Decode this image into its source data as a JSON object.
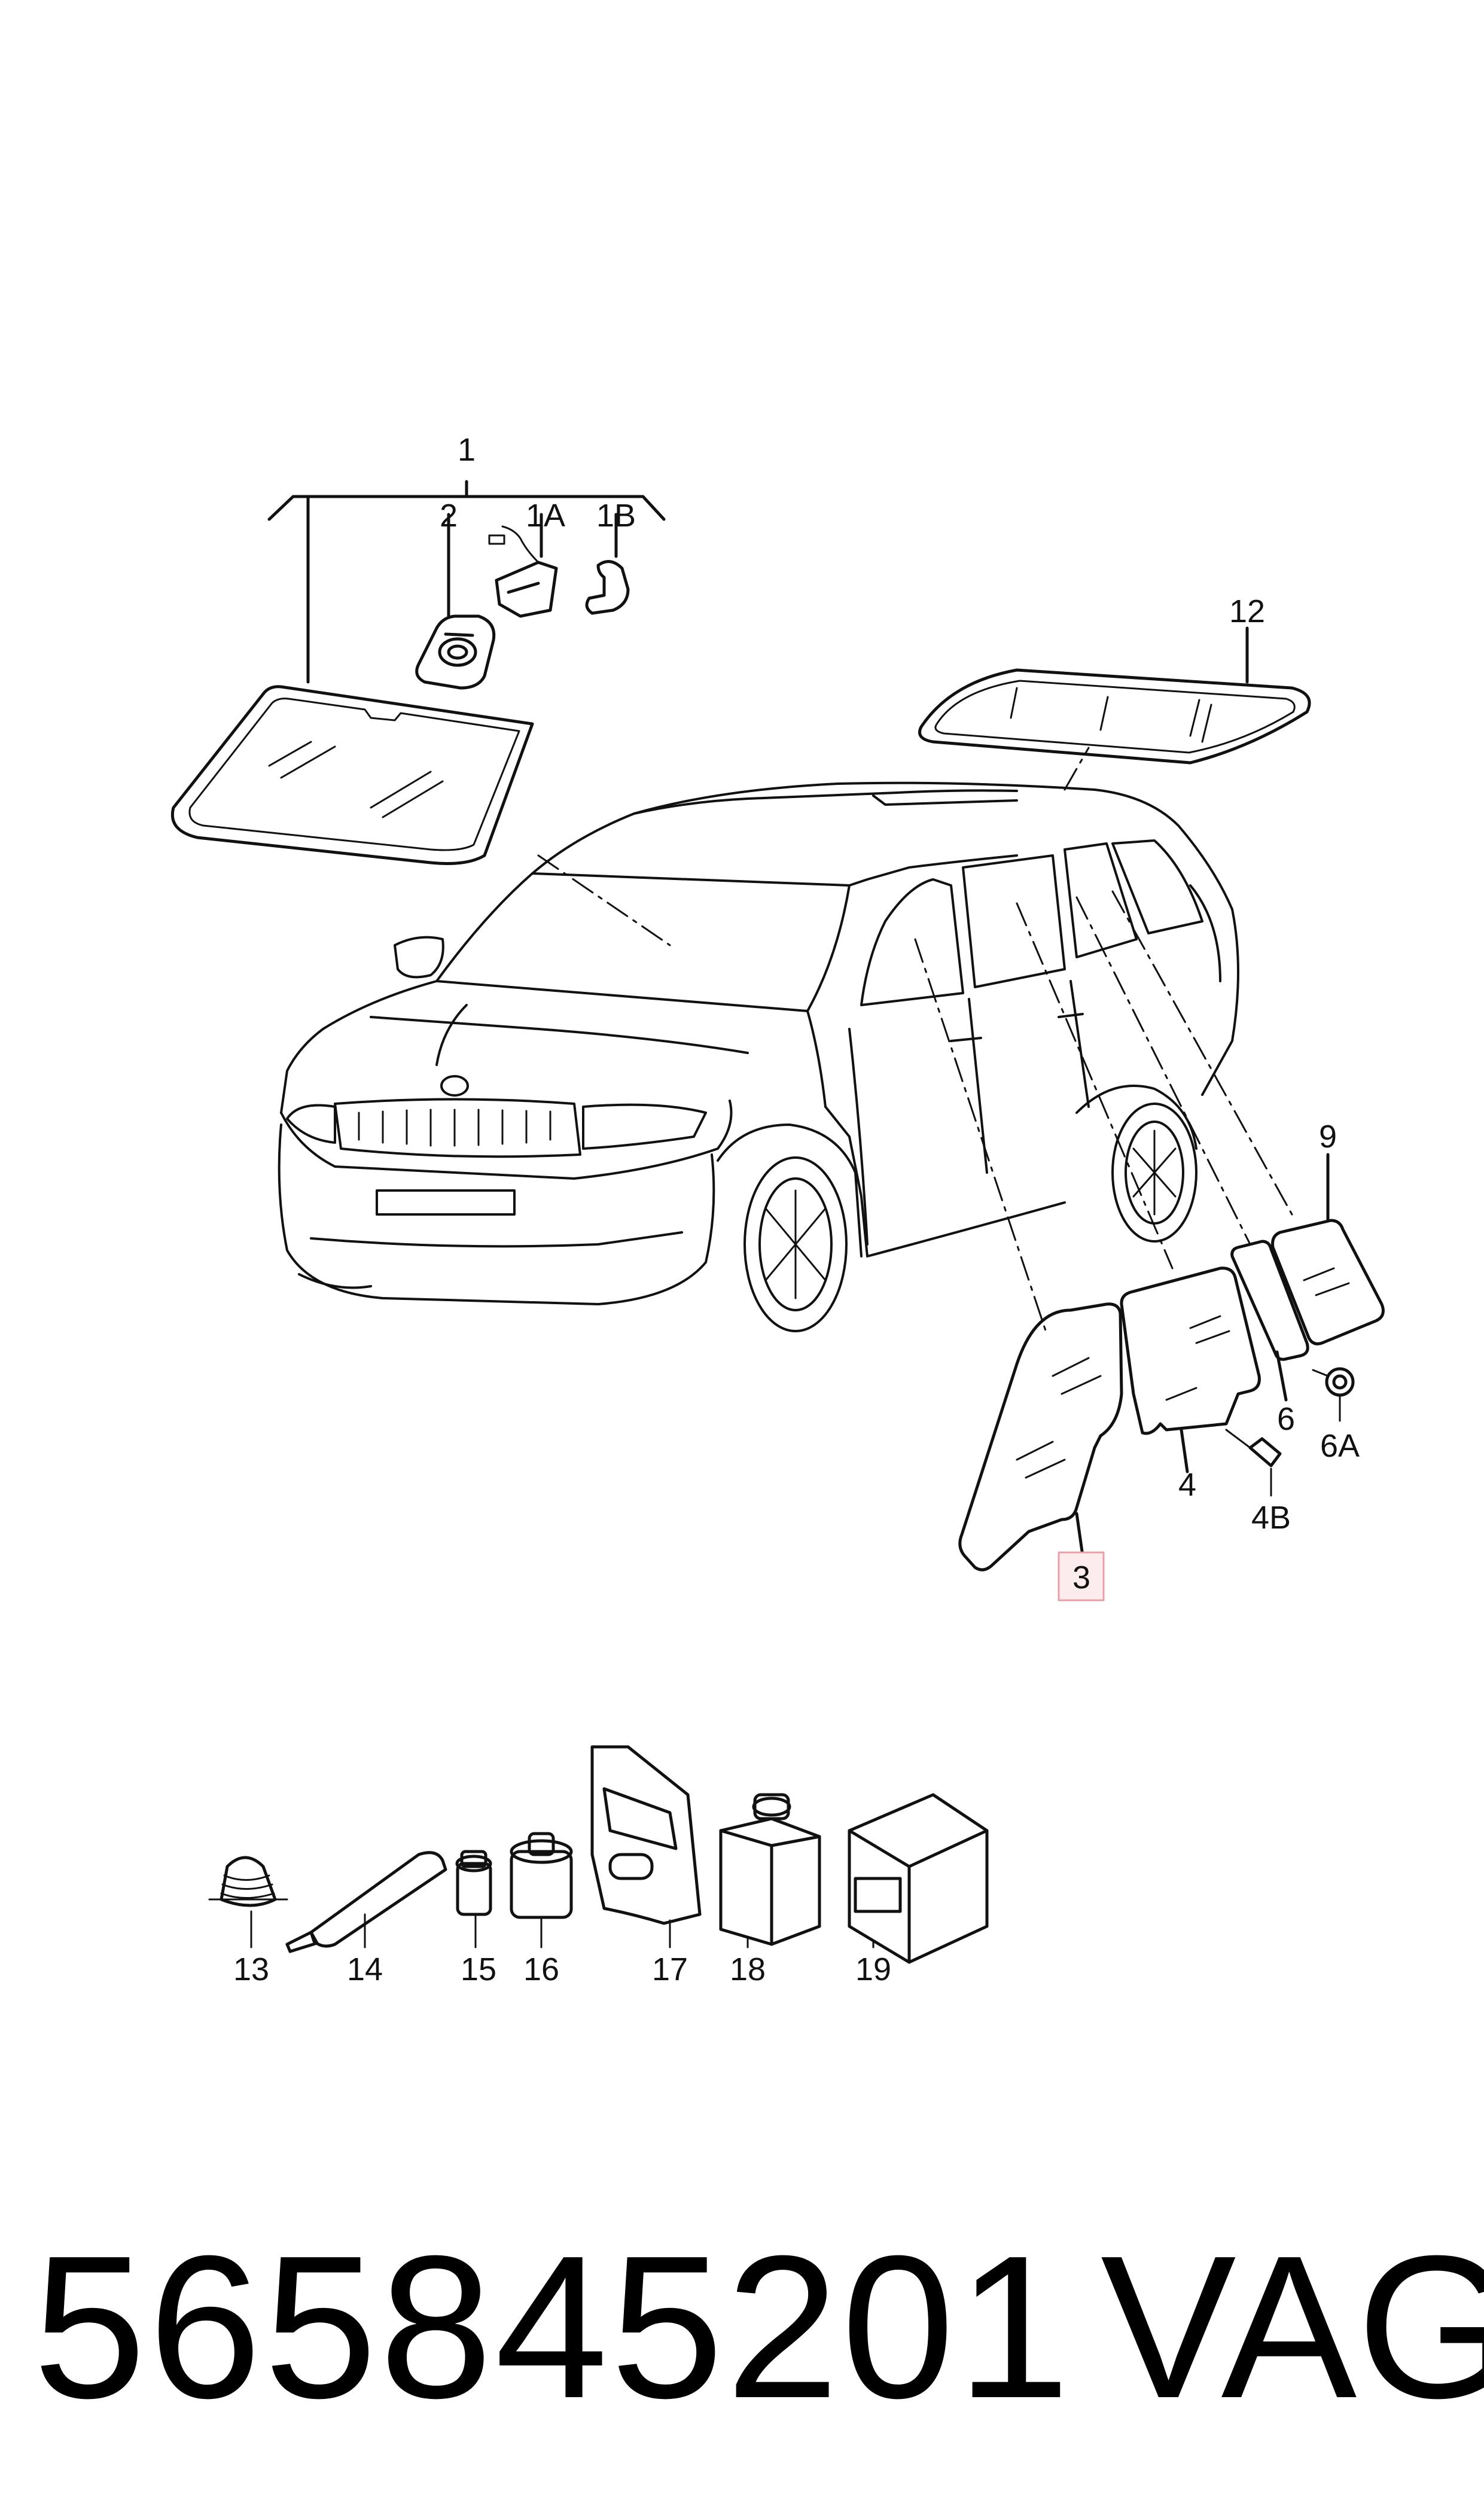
{
  "diagram": {
    "labels": {
      "p1": "1",
      "p1A": "1A",
      "p1B": "1B",
      "p2": "2",
      "p3": "3",
      "p4": "4",
      "p4B": "4B",
      "p6": "6",
      "p6A": "6A",
      "p9": "9",
      "p12": "12",
      "p13": "13",
      "p14": "14",
      "p15": "15",
      "p16": "16",
      "p17": "17",
      "p18": "18",
      "p19": "19"
    },
    "highlighted_label": "3",
    "highlight_color": "#e8a0a8",
    "highlight_fill": "#fdecee"
  },
  "footer": {
    "part_number": "565845201",
    "brand": "VAG"
  }
}
